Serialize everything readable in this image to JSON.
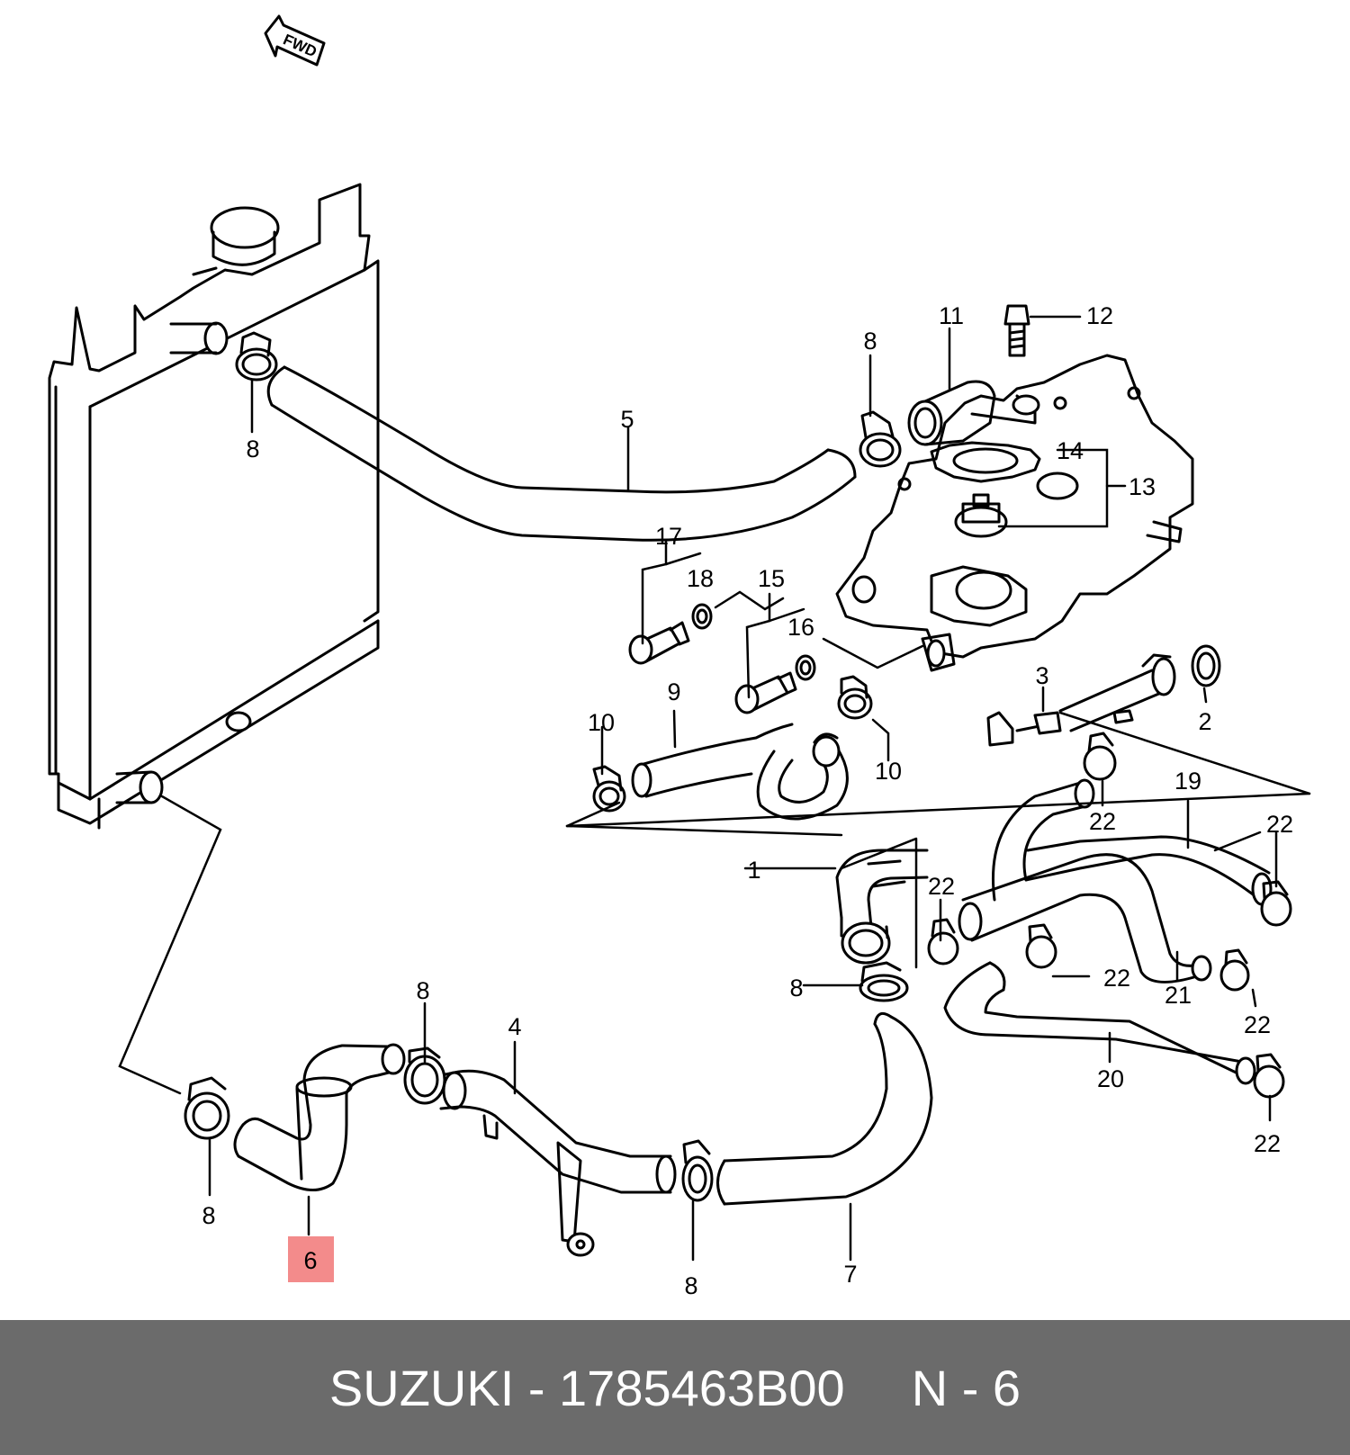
{
  "fwd_label": "FWD",
  "callouts": {
    "c1": "1",
    "c2": "2",
    "c3": "3",
    "c4": "4",
    "c5": "5",
    "c6": "6",
    "c7": "7",
    "c8a": "8",
    "c8b": "8",
    "c8c": "8",
    "c8d": "8",
    "c8e": "8",
    "c8f": "8",
    "c9": "9",
    "c10a": "10",
    "c10b": "10",
    "c11": "11",
    "c12": "12",
    "c13": "13",
    "c14": "14",
    "c15": "15",
    "c16": "16",
    "c17": "17",
    "c18": "18",
    "c19": "19",
    "c20": "20",
    "c21": "21",
    "c22a": "22",
    "c22b": "22",
    "c22c": "22",
    "c22d": "22",
    "c22e": "22",
    "c22f": "22"
  },
  "highlight": {
    "part": "6",
    "color": "#f38b8b"
  },
  "footer": {
    "brand_part": "SUZUKI - 1785463B00",
    "ref": "N - 6",
    "background": "#6b6b6b",
    "text_color": "#ffffff"
  }
}
